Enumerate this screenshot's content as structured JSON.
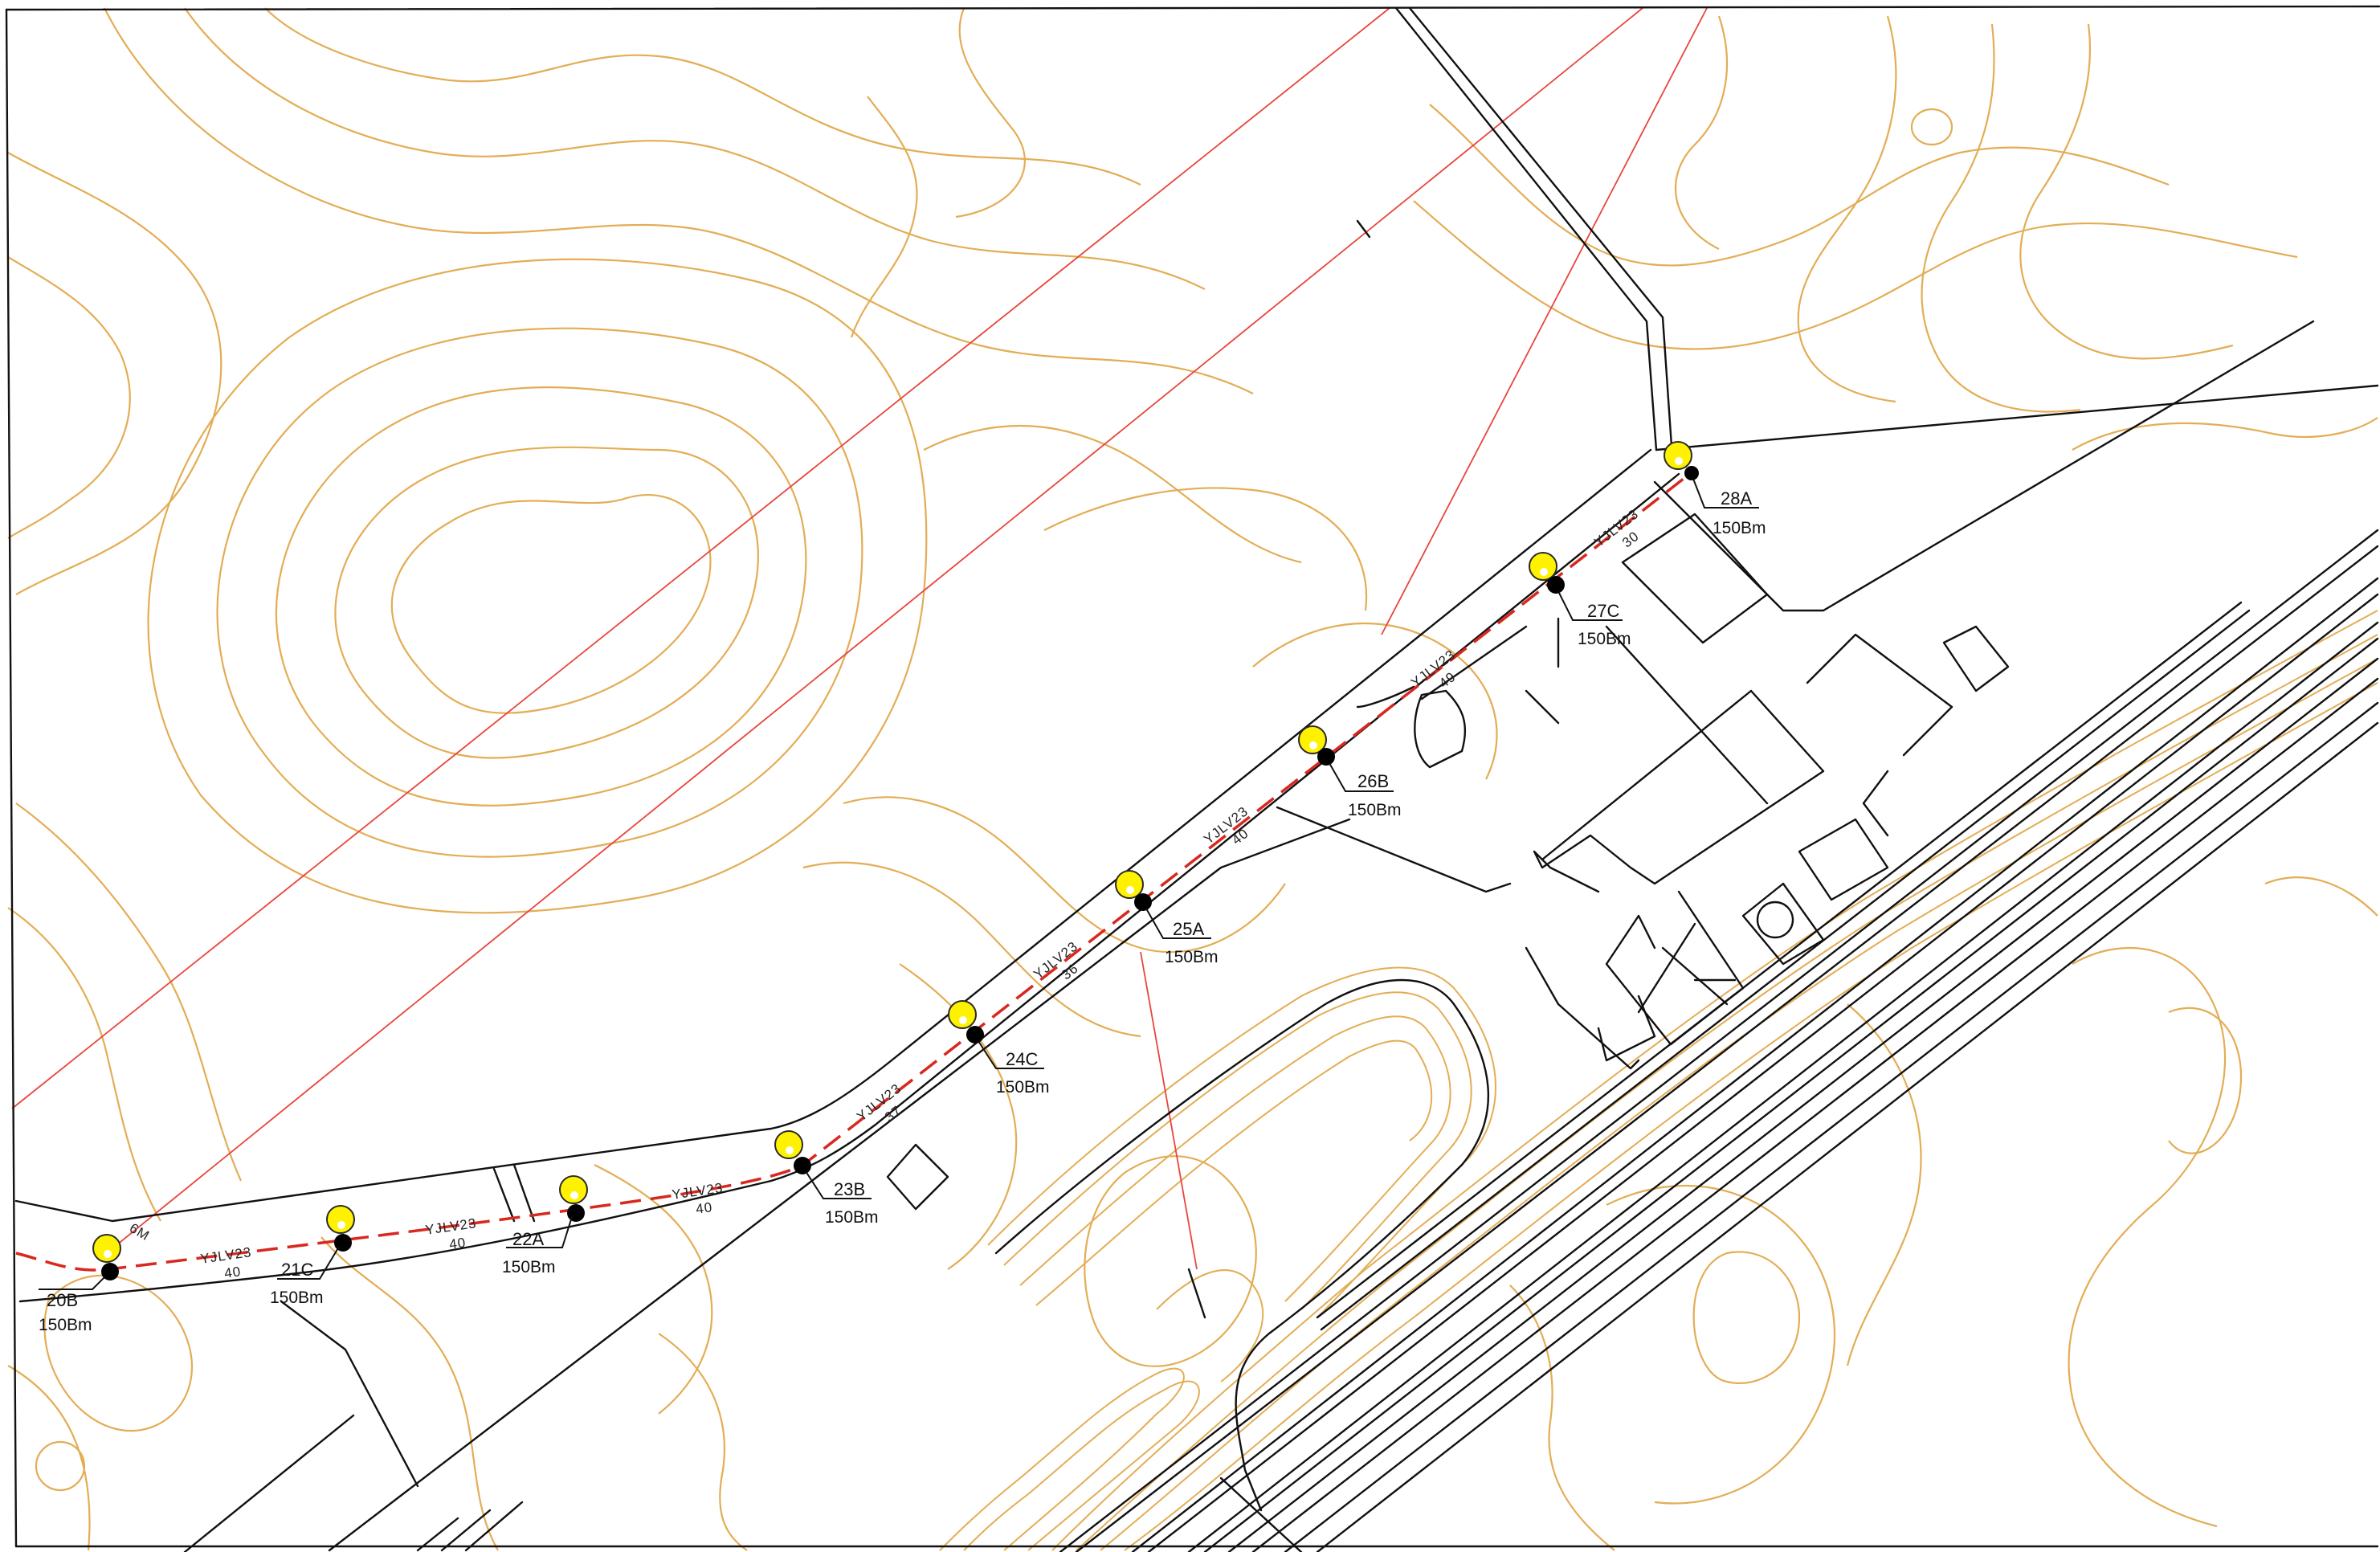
{
  "colors": {
    "contour": "#e3ad55",
    "boundary": "#111111",
    "power_line": "#e8453c",
    "cable": "#d8281f",
    "lamp_fill": "#fff200",
    "lamp_stroke": "#2a2a2a",
    "base": "#000000"
  },
  "map": {
    "cable_route_style": "dashed-red",
    "icons": {
      "street_lamp": "street-lamp-icon",
      "pole_base": "pole-base-icon"
    }
  },
  "poles": [
    {
      "id": "20B",
      "spec": "150Bm"
    },
    {
      "id": "21C",
      "spec": "150Bm"
    },
    {
      "id": "22A",
      "spec": "150Bm"
    },
    {
      "id": "23B",
      "spec": "150Bm"
    },
    {
      "id": "24C",
      "spec": "150Bm"
    },
    {
      "id": "25A",
      "spec": "150Bm"
    },
    {
      "id": "26B",
      "spec": "150Bm"
    },
    {
      "id": "27C",
      "spec": "150Bm"
    },
    {
      "id": "28A",
      "spec": "150Bm"
    }
  ],
  "cable_segments": [
    {
      "type": "YJLV23",
      "length": "40"
    },
    {
      "type": "YJLV23",
      "length": "40"
    },
    {
      "type": "YJLV23",
      "length": "40"
    },
    {
      "type": "YJLV23",
      "length": "37"
    },
    {
      "type": "YJLV23",
      "length": "36"
    },
    {
      "type": "YJLV23",
      "length": "40"
    },
    {
      "type": "YJLV23",
      "length": "49"
    },
    {
      "type": "YJLV23",
      "length": "30"
    }
  ],
  "side_mark": "6M"
}
